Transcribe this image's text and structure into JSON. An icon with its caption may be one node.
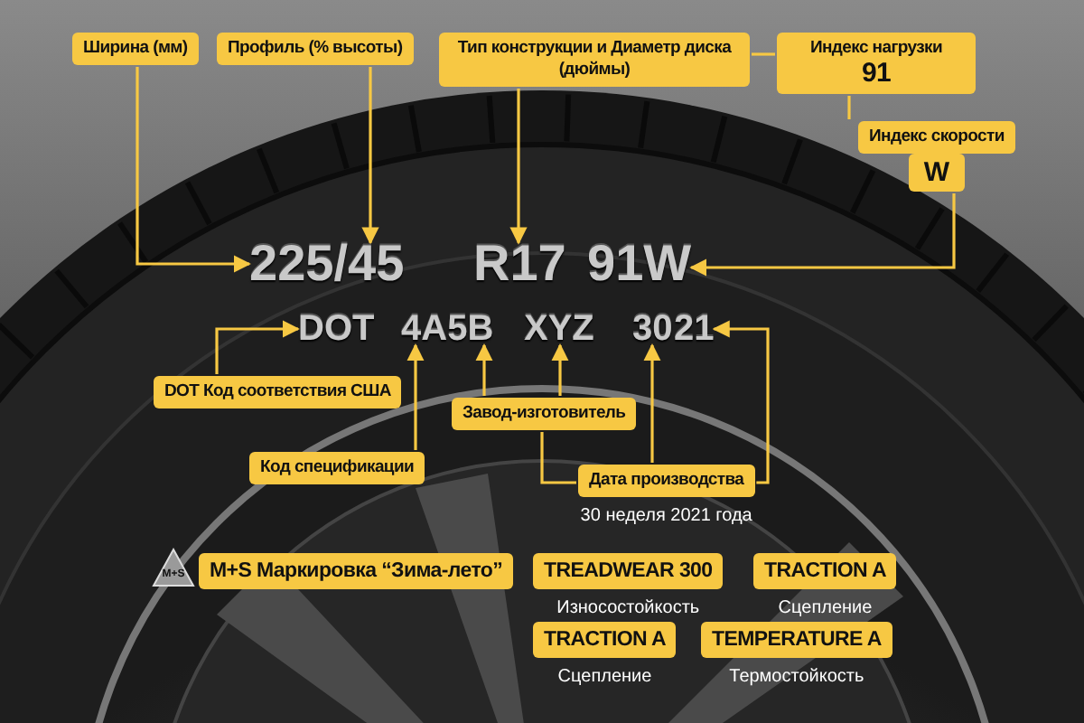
{
  "diagram": {
    "nodes": [
      {
        "text": [
          "Ширина (мм)"
        ]
      },
      {
        "text": [
          "Профиль (% высоты)"
        ]
      },
      {
        "text": [
          "Тип конструкции и Диаметр диска (дюймы)"
        ]
      },
      {
        "text": [
          "Индекс нагрузки",
          "91"
        ]
      },
      {
        "text": [
          "Индекс скорости",
          "W"
        ]
      },
      {
        "text": [
          "225/45"
        ]
      },
      {
        "text": [
          "R17"
        ]
      },
      {
        "text": [
          "91W"
        ]
      },
      {
        "text": [
          "DOT"
        ]
      },
      {
        "text": [
          "4A5B"
        ]
      },
      {
        "text": [
          "XYZ"
        ]
      },
      {
        "text": [
          "30"
        ]
      },
      {
        "text": [
          "21"
        ]
      },
      {
        "text": [
          "**DOT** Код соответствия США"
        ]
      },
      {
        "text": [
          "Завод-изготовитель"
        ]
      },
      {
        "text": [
          "Код спецификации"
        ]
      },
      {
        "text": [
          "Дата производства"
        ],
        "beside": [
          "30 неделя 2021 года"
        ]
      },
      {
        "text": [
          "**M+S** Маркировка “Зима-лето”"
        ]
      },
      {
        "text": [
          "TREADWEAR 300"
        ],
        "beside": [
          "Износостойкость"
        ]
      },
      {
        "text": [
          "TRACTION A"
        ],
        "beside": [
          "Сцепление"
        ]
      },
      {
        "text": [
          "TRACTION A"
        ],
        "beside": [
          "Сцепление"
        ]
      },
      {
        "text": [
          "TEMPERATURE A"
        ],
        "beside": [
          "Термостойкость"
        ]
      }
    ],
    "edges": [
      {
        "from": 0,
        "to": 5,
        "arrow": "to"
      },
      {
        "from": 1,
        "to": 5,
        "arrow": "to"
      },
      {
        "from": 2,
        "to": 6,
        "arrow": "to"
      },
      {
        "from": 2,
        "to": 3,
        "arrow": "none"
      },
      {
        "from": 3,
        "to": 4,
        "arrow": "none"
      },
      {
        "from": 4,
        "to": 7,
        "arrow": "to"
      },
      {
        "from": 13,
        "to": 8,
        "arrow": "to"
      },
      {
        "from": 15,
        "to": 9,
        "arrow": "to"
      },
      {
        "from": 14,
        "to": 9,
        "arrow": "to"
      },
      {
        "from": 14,
        "to": 10,
        "arrow": "to"
      },
      {
        "from": 14,
        "to": 16,
        "arrow": "none"
      },
      {
        "from": 16,
        "to": 11,
        "arrow": "to"
      },
      {
        "from": 16,
        "to": 12,
        "arrow": "to"
      }
    ],
    "labels": [
      "M+S"
    ]
  }
}
